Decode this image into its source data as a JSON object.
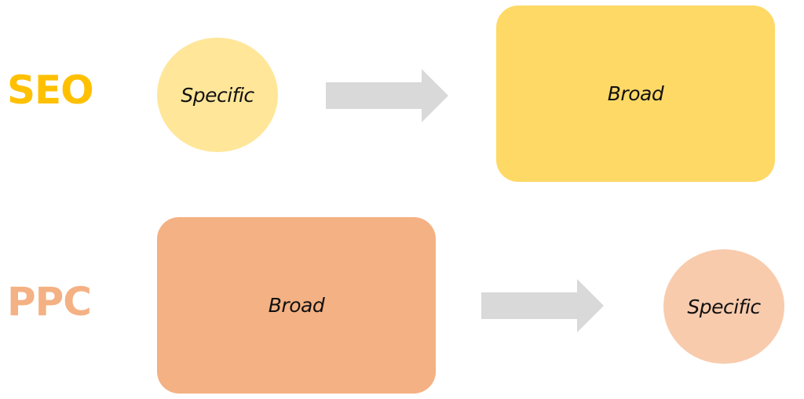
{
  "rows": [
    {
      "label": "SEO",
      "label_color": "#FFC000",
      "from": {
        "text": "Specific",
        "shape": "circle",
        "color": "#FFE699"
      },
      "to": {
        "text": "Broad",
        "shape": "rounded-rectangle",
        "color": "#FFD966"
      }
    },
    {
      "label": "PPC",
      "label_color": "#F4B183",
      "from": {
        "text": "Broad",
        "shape": "rounded-rectangle",
        "color": "#F4B183"
      },
      "to": {
        "text": "Specific",
        "shape": "circle",
        "color": "#F8CBAD"
      }
    }
  ],
  "arrow": {
    "icon": "right-arrow-icon",
    "color": "#D9D9D9"
  }
}
